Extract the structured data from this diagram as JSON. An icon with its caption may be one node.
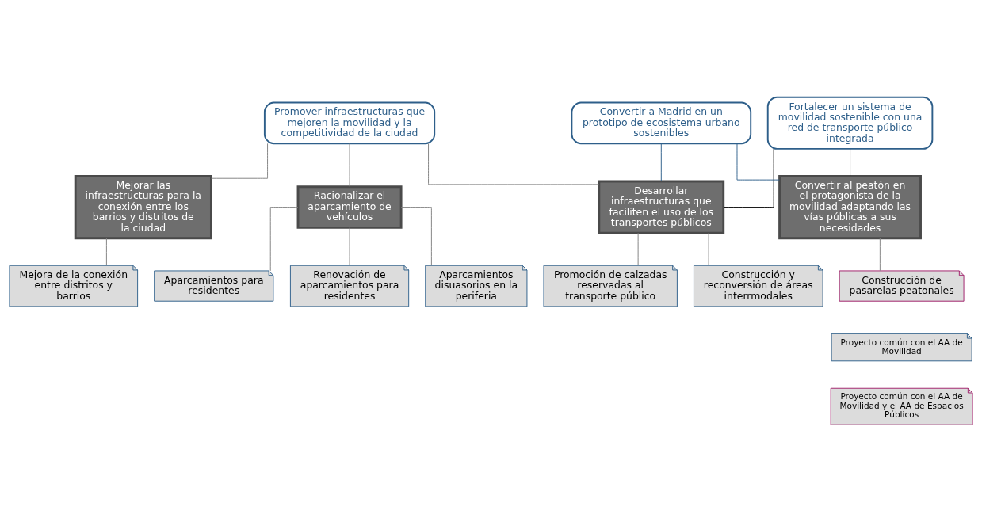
{
  "diagram": {
    "nodes": [
      {
        "text": [
          "Promover infraestructuras que mejoren la movilidad y la competitividad de la ciudad"
        ]
      },
      {
        "text": [
          "Fortalecer un sistema de movilidad sostenible con una red de transporte público integrada"
        ]
      },
      {
        "text": [
          "Convertir a Madrid en un prototipo de ecosistema urbano sostenibles"
        ]
      },
      {
        "text": [
          "Mejorar las infraestructuras para la conexión entre los barrios y distritos de la ciudad"
        ]
      },
      {
        "text": [
          "Racionalizar el aparcamiento de vehículos"
        ]
      },
      {
        "text": [
          "Desarrollar infraestructuras que faciliten el uso de los transportes públicos"
        ]
      },
      {
        "text": [
          "Convertir al peatón en el protagonista de la movilidad adaptando las vías públicas a sus necesidades"
        ]
      },
      {
        "text": [
          "Mejora de la conexión entre distritos y barrios"
        ]
      },
      {
        "text": [
          "Aparcamientos para residentes"
        ]
      },
      {
        "text": [
          "Renovación de aparcamientos para residentes"
        ]
      },
      {
        "text": [
          "Aparcamientos disuasorios en la periferia"
        ]
      },
      {
        "text": [
          "Construcción y reconversión de áreas interrmodales"
        ]
      },
      {
        "text": [
          "Promoción de calzadas reservadas al transporte público"
        ]
      },
      {
        "text": [
          "Construcción de pasarelas peatonales"
        ]
      }
    ],
    "edges": [
      {
        "from": 0,
        "to": 3,
        "arrow": "none"
      },
      {
        "from": 0,
        "to": 4,
        "arrow": "none"
      },
      {
        "from": 0,
        "to": 5,
        "arrow": "none"
      },
      {
        "from": 1,
        "to": 5,
        "arrow": "none",
        "color": "#000000"
      },
      {
        "from": 1,
        "to": 6,
        "arrow": "none",
        "color": "#000000"
      },
      {
        "from": 2,
        "to": 5,
        "arrow": "none",
        "color": "#2e5f8a"
      },
      {
        "from": 2,
        "to": 6,
        "arrow": "none",
        "color": "#2e5f8a"
      },
      {
        "from": 3,
        "to": 7,
        "arrow": "none"
      },
      {
        "from": 4,
        "to": 8,
        "arrow": "none"
      },
      {
        "from": 4,
        "to": 9,
        "arrow": "none"
      },
      {
        "from": 4,
        "to": 10,
        "arrow": "none"
      },
      {
        "from": 5,
        "to": 11,
        "arrow": "none"
      },
      {
        "from": 5,
        "to": 12,
        "arrow": "none"
      },
      {
        "from": 6,
        "to": 13,
        "arrow": "none"
      }
    ],
    "legend": [
      {
        "text": "Proyecto común con el AA de Movilidad"
      },
      {
        "text": "Proyecto común con el AA de Movilidad y el AA de Espacios Públicos"
      }
    ]
  }
}
